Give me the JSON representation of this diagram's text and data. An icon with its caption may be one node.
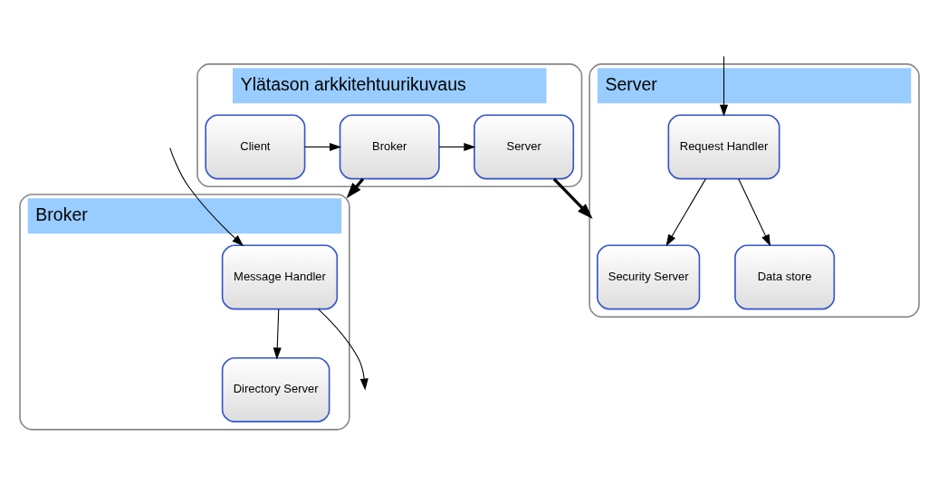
{
  "diagram": {
    "nodes": [
      {
        "text": [
          "Ylätason arkkitehtuurikuvaus"
        ]
      },
      {
        "text": [
          "Client"
        ],
        "in": 0
      },
      {
        "text": [
          "Broker"
        ],
        "in": 0
      },
      {
        "text": [
          "Server"
        ],
        "in": 0
      },
      {
        "text": [
          "Broker"
        ]
      },
      {
        "text": [
          "Message Handler"
        ],
        "in": 4
      },
      {
        "text": [
          "Directory Server"
        ],
        "in": 4
      },
      {
        "text": [
          "Server"
        ]
      },
      {
        "text": [
          "Security Server"
        ],
        "in": 7
      },
      {
        "text": [
          "Request Handler"
        ],
        "in": 7
      },
      {
        "text": [
          "Data store"
        ],
        "in": 7
      }
    ],
    "edges": [
      {
        "from": 1,
        "to": 2,
        "arrow": "to"
      },
      {
        "from": 2,
        "to": 3,
        "arrow": "to"
      },
      {
        "from": 2,
        "to": 4,
        "arrow": "to",
        "style": "thick"
      },
      {
        "from": 3,
        "to": 7,
        "arrow": "to",
        "style": "thick"
      },
      {
        "from": null,
        "to": 5,
        "arrow": "to"
      },
      {
        "from": 5,
        "to": null,
        "arrow": "to"
      },
      {
        "from": 5,
        "to": 6,
        "arrow": "to"
      },
      {
        "from": null,
        "to": 9,
        "arrow": "to"
      },
      {
        "from": 9,
        "to": 8,
        "arrow": "to"
      },
      {
        "from": 9,
        "to": 10,
        "arrow": "to"
      }
    ]
  }
}
